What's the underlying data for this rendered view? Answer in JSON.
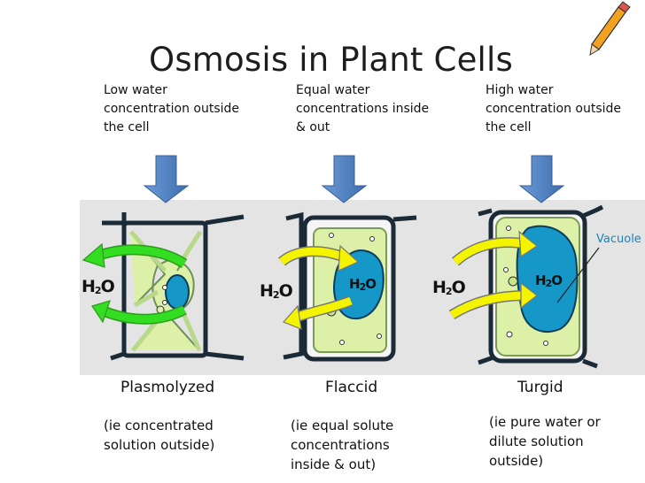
{
  "title": "Osmosis in Plant Cells",
  "conditions": [
    {
      "line1": "Low water",
      "line2": "concentration outside",
      "line3": "the cell"
    },
    {
      "line1": "Equal water",
      "line2": "concentrations inside",
      "line3": "& out"
    },
    {
      "line1": "High water",
      "line2": "concentration outside",
      "line3": "the cell"
    }
  ],
  "states": [
    "Plasmolyzed",
    "Flaccid",
    "Turgid"
  ],
  "notes": [
    {
      "line1": "(ie concentrated",
      "line2": "solution outside)",
      "line3": ""
    },
    {
      "line1": "(ie equal solute",
      "line2": "concentrations",
      "line3": "inside & out)"
    },
    {
      "line1": "(ie pure water or",
      "line2": "dilute solution",
      "line3": "outside)"
    }
  ],
  "water_label": {
    "h": "H",
    "sub": "2",
    "o": "O"
  },
  "vacuole_label": "Vacuole",
  "colors": {
    "arrow_down": "#4f7fc0",
    "arrow_green": "#33dd22",
    "arrow_yellow": "#f4f400",
    "cytoplasm": "#ddf0a8",
    "vacuole": "#1597c8",
    "cell_wall": "#1a2a36",
    "band": "#e4e4e4"
  },
  "icons": [
    "pencil-icon"
  ]
}
